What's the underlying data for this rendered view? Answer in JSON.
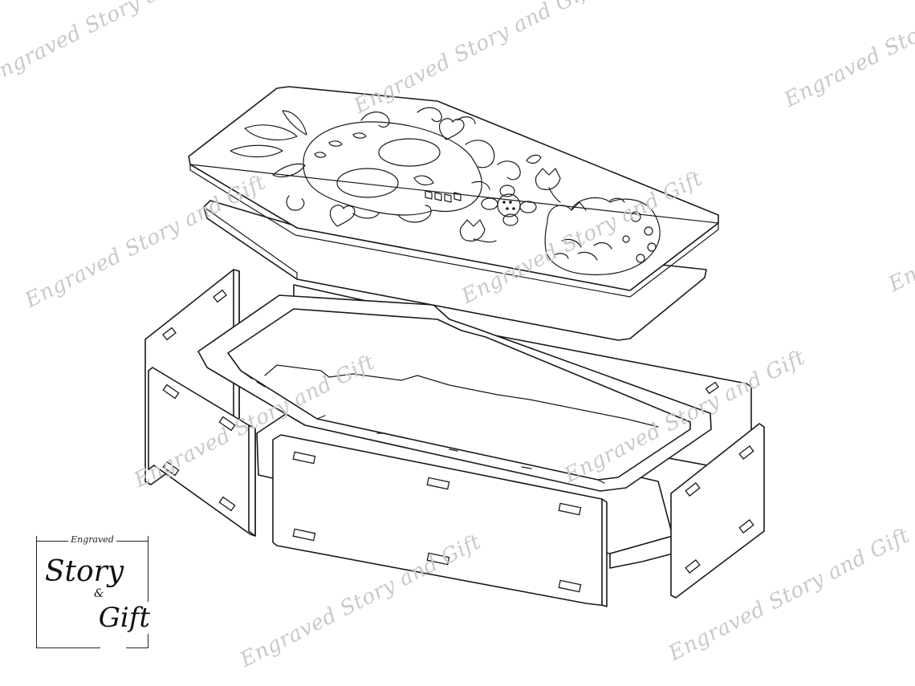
{
  "watermarks": [
    "Engraved Story and Gift",
    "Engraved Story and Gift",
    "Engraved Story and Gift",
    "Engraved Story and Gift",
    "Engraved Story and Gift",
    "Engraved Story and Gift",
    "Engraved Story and Gift",
    "Engraved Story and Gift",
    "Engraved Story and Gift",
    "Engraved Story and Gift",
    "Eng"
  ],
  "logo": {
    "top_text": "Engraved",
    "word1": "Story",
    "ampersand": "&",
    "word2": "Gift"
  },
  "colors": {
    "line": "#1a1a1a",
    "watermark": "#c9c9c9",
    "background": "#ffffff"
  }
}
